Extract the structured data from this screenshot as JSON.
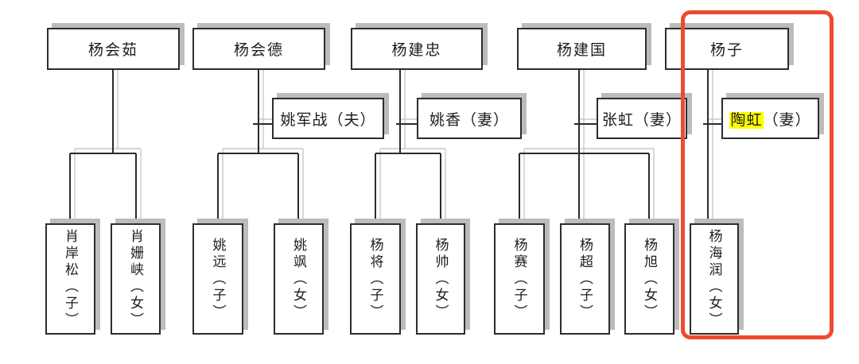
{
  "diagram_title": "family-tree",
  "tree": {
    "families": [
      {
        "parent": "杨会茹",
        "children": [
          {
            "label": "肖岸松（子）"
          },
          {
            "label": "肖姗峡（女）"
          }
        ]
      },
      {
        "parent": "杨会德",
        "spouse": {
          "text": "姚军战（夫）"
        },
        "children": [
          {
            "label": "姚远（子）"
          },
          {
            "label": "姚飒（女）"
          }
        ]
      },
      {
        "parent": "杨建忠",
        "spouse": {
          "text": "姚香（妻）"
        },
        "children": [
          {
            "label": "杨将（子）"
          },
          {
            "label": "杨帅（女）"
          }
        ]
      },
      {
        "parent": "杨建国",
        "spouse": {
          "text": "张虹（妻）"
        },
        "children": [
          {
            "label": "杨赛（子）"
          },
          {
            "label": "杨超（子）"
          },
          {
            "label": "杨旭（女）"
          }
        ]
      },
      {
        "parent": "杨子",
        "spouse": {
          "highlight": "陶虹",
          "rest": "（妻）"
        },
        "children": [
          {
            "label": "杨海润（女）"
          }
        ]
      }
    ]
  },
  "annotations": {
    "frame_color": "#ee4a31",
    "text_highlight_color": "#ffff00",
    "box_border_color": "#2d2d2d",
    "box_shadow_color": "#bcbcbc",
    "line_color": "#2b2b2b"
  }
}
